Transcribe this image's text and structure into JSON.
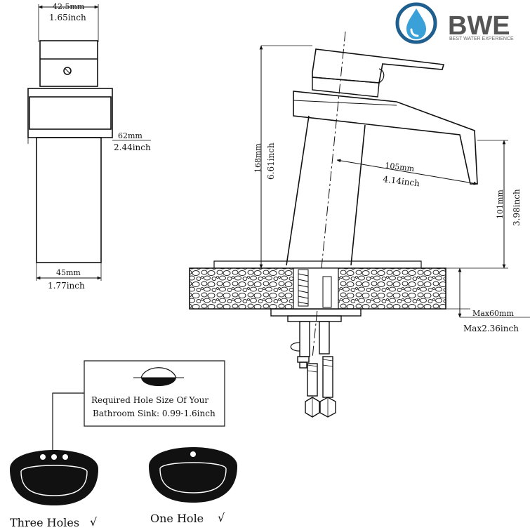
{
  "brand": {
    "name": "BWE",
    "tagline": "BEST WATER EXPERIENCE",
    "primary_color": "#1f5f8f",
    "accent_color": "#3aa0d8"
  },
  "dimensions": {
    "top_width_mm": "42.5mm",
    "top_width_in": "1.65inch",
    "side_width_mm": "62mm",
    "side_width_in": "2.44inch",
    "base_width_mm": "45mm",
    "base_width_in": "1.77inch",
    "height_mm": "168mm",
    "height_in": "6.61inch",
    "reach_mm": "105mm",
    "reach_in": "4.14inch",
    "spout_height_mm": "101mm",
    "spout_height_in": "3.98inch",
    "max_deck_mm": "Max60mm",
    "max_deck_in": "Max2.36inch"
  },
  "hole_note": {
    "line1": "Required Hole Size Of Your",
    "line2": "Bathroom Sink: 0.99-1.6inch"
  },
  "sinks": {
    "three_holes": "Three Holes",
    "one_hole": "One Hole",
    "check": "√"
  }
}
